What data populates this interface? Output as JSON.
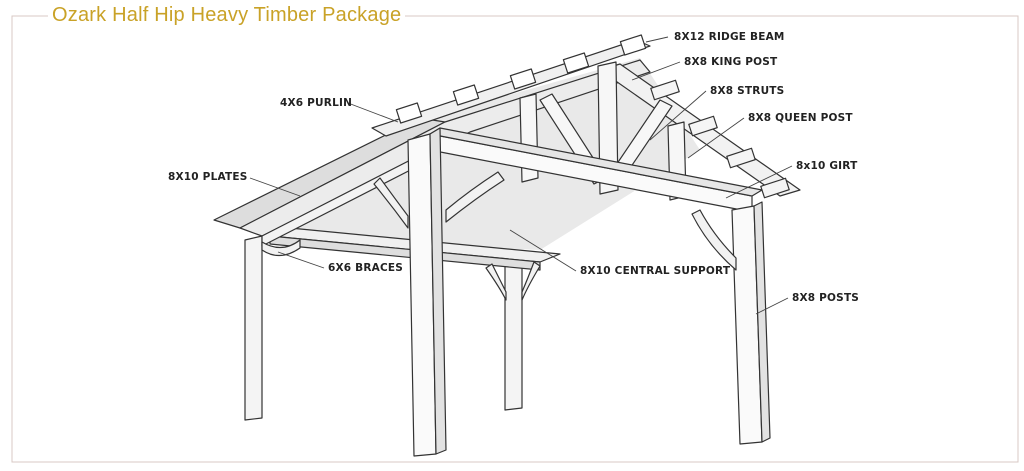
{
  "title": "Ozark Half Hip Heavy Timber Package",
  "accent_color": "#c9a227",
  "labels": {
    "ridge_beam": "8X12 RIDGE BEAM",
    "king_post": "8X8 KING POST",
    "struts": "8X8 STRUTS",
    "queen_post": "8X8 QUEEN POST",
    "girt": "8x10 GIRT",
    "purlin": "4X6 PURLIN",
    "plates": "8X10 PLATES",
    "braces": "6X6 BRACES",
    "central_support": "8X10 CENTRAL SUPPORT",
    "posts": "8X8 POSTS"
  }
}
